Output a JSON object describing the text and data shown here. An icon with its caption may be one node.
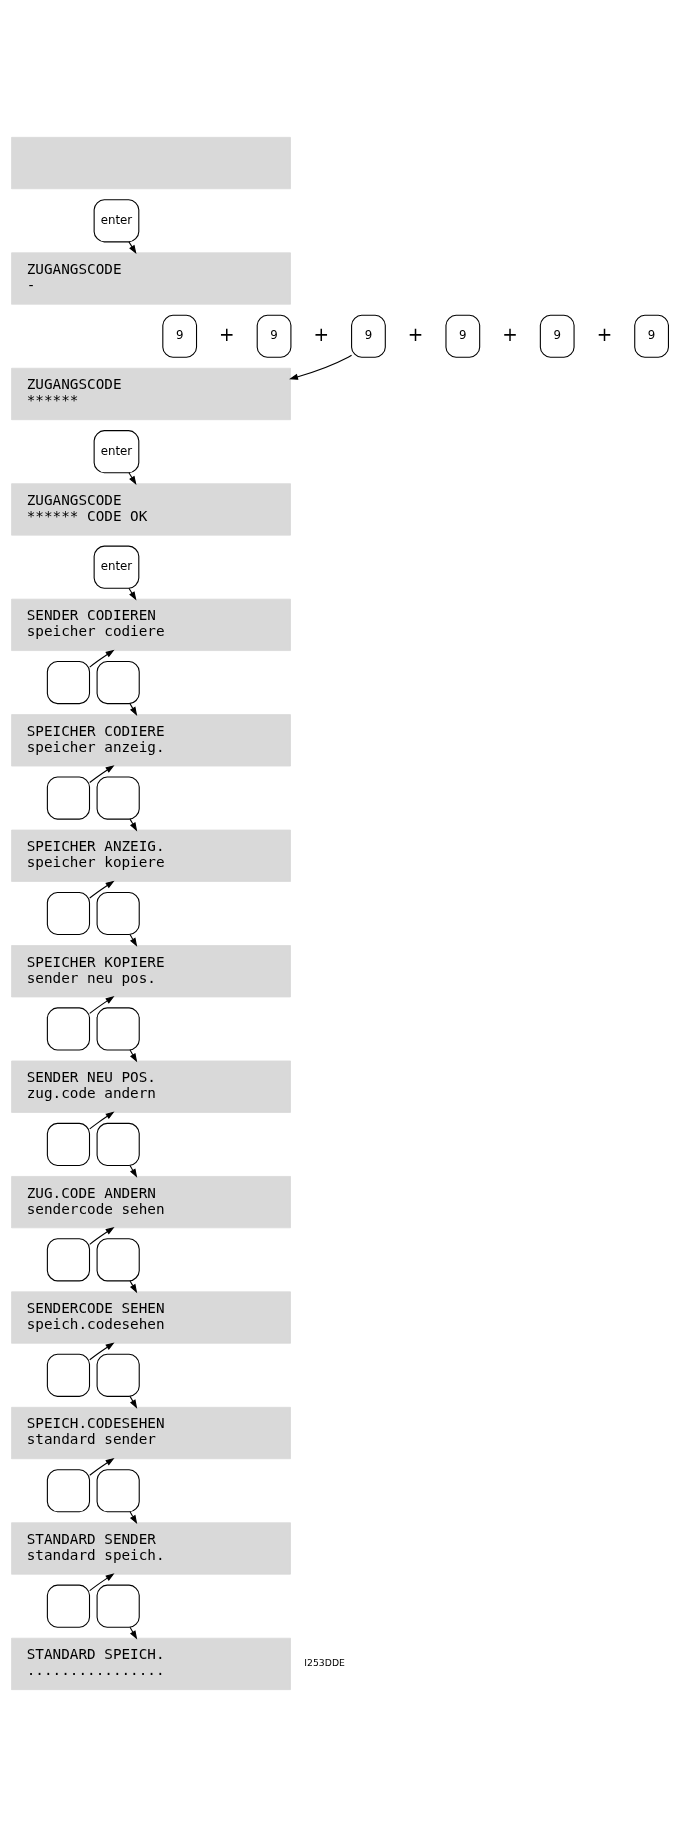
{
  "diagram": {
    "nodes": [
      {
        "text": [],
        "shape": "box"
      },
      {
        "text": [
          "enter"
        ]
      },
      {
        "text": [
          "ZUGANGSCODE",
          "-"
        ]
      },
      {
        "text": [
          "9"
        ]
      },
      {
        "text": [
          "9"
        ]
      },
      {
        "text": [
          "9"
        ]
      },
      {
        "text": [
          "9"
        ]
      },
      {
        "text": [
          "9"
        ]
      },
      {
        "text": [
          "9"
        ]
      },
      {
        "text": [
          "ZUGANGSCODE",
          "******"
        ]
      },
      {
        "text": [
          "enter"
        ]
      },
      {
        "text": [
          "ZUGANGSCODE",
          "****** CODE OK"
        ]
      },
      {
        "text": [
          "enter"
        ]
      },
      {
        "text": [
          "SENDER CODIEREN",
          "speicher codiere"
        ]
      },
      {
        "text": [],
        "shape": "box"
      },
      {
        "text": [],
        "shape": "box"
      },
      {
        "text": [
          "SPEICHER CODIERE",
          "speicher anzeig."
        ]
      },
      {
        "text": [],
        "shape": "box"
      },
      {
        "text": [],
        "shape": "box"
      },
      {
        "text": [
          "SPEICHER ANZEIG.",
          "speicher kopiere"
        ]
      },
      {
        "text": [],
        "shape": "box"
      },
      {
        "text": [],
        "shape": "box"
      },
      {
        "text": [
          "SPEICHER KOPIERE",
          "sender neu pos."
        ]
      },
      {
        "text": [],
        "shape": "box"
      },
      {
        "text": [],
        "shape": "box"
      },
      {
        "text": [
          "SENDER NEU POS.",
          "zug.code andern"
        ]
      },
      {
        "text": [],
        "shape": "box"
      },
      {
        "text": [],
        "shape": "box"
      },
      {
        "text": [
          "ZUG.CODE ANDERN",
          "sendercode sehen"
        ]
      },
      {
        "text": [],
        "shape": "box"
      },
      {
        "text": [],
        "shape": "box"
      },
      {
        "text": [
          "SENDERCODE SEHEN",
          "speich.codesehen"
        ]
      },
      {
        "text": [],
        "shape": "box"
      },
      {
        "text": [],
        "shape": "box"
      },
      {
        "text": [
          "SPEICH.CODESEHEN",
          "standard sender"
        ]
      },
      {
        "text": [],
        "shape": "box"
      },
      {
        "text": [],
        "shape": "box"
      },
      {
        "text": [
          "STANDARD SENDER",
          "standard speich."
        ]
      },
      {
        "text": [],
        "shape": "box"
      },
      {
        "text": [],
        "shape": "box"
      },
      {
        "text": [
          "STANDARD SPEICH.",
          "................"
        ]
      }
    ],
    "edges": [
      {
        "from": 1,
        "to": 2,
        "arrow": "to"
      },
      {
        "from": 5,
        "to": 9,
        "arrow": "to"
      },
      {
        "from": 10,
        "to": 11,
        "arrow": "to"
      },
      {
        "from": 12,
        "to": 13,
        "arrow": "to"
      },
      {
        "from": 14,
        "to": 13,
        "arrow": "to"
      },
      {
        "from": 15,
        "to": 16,
        "arrow": "to"
      },
      {
        "from": 17,
        "to": 16,
        "arrow": "to"
      },
      {
        "from": 18,
        "to": 19,
        "arrow": "to"
      },
      {
        "from": 20,
        "to": 19,
        "arrow": "to"
      },
      {
        "from": 21,
        "to": 22,
        "arrow": "to"
      },
      {
        "from": 23,
        "to": 22,
        "arrow": "to"
      },
      {
        "from": 24,
        "to": 25,
        "arrow": "to"
      },
      {
        "from": 26,
        "to": 25,
        "arrow": "to"
      },
      {
        "from": 27,
        "to": 28,
        "arrow": "to"
      },
      {
        "from": 29,
        "to": 28,
        "arrow": "to"
      },
      {
        "from": 30,
        "to": 31,
        "arrow": "to"
      },
      {
        "from": 32,
        "to": 31,
        "arrow": "to"
      },
      {
        "from": 33,
        "to": 34,
        "arrow": "to"
      },
      {
        "from": 35,
        "to": 34,
        "arrow": "to"
      },
      {
        "from": 36,
        "to": 37,
        "arrow": "to"
      },
      {
        "from": 38,
        "to": 37,
        "arrow": "to"
      },
      {
        "from": 39,
        "to": 40,
        "arrow": "to"
      }
    ],
    "labels": [
      "+",
      "+",
      "+",
      "+",
      "+",
      "I253DDE"
    ]
  }
}
